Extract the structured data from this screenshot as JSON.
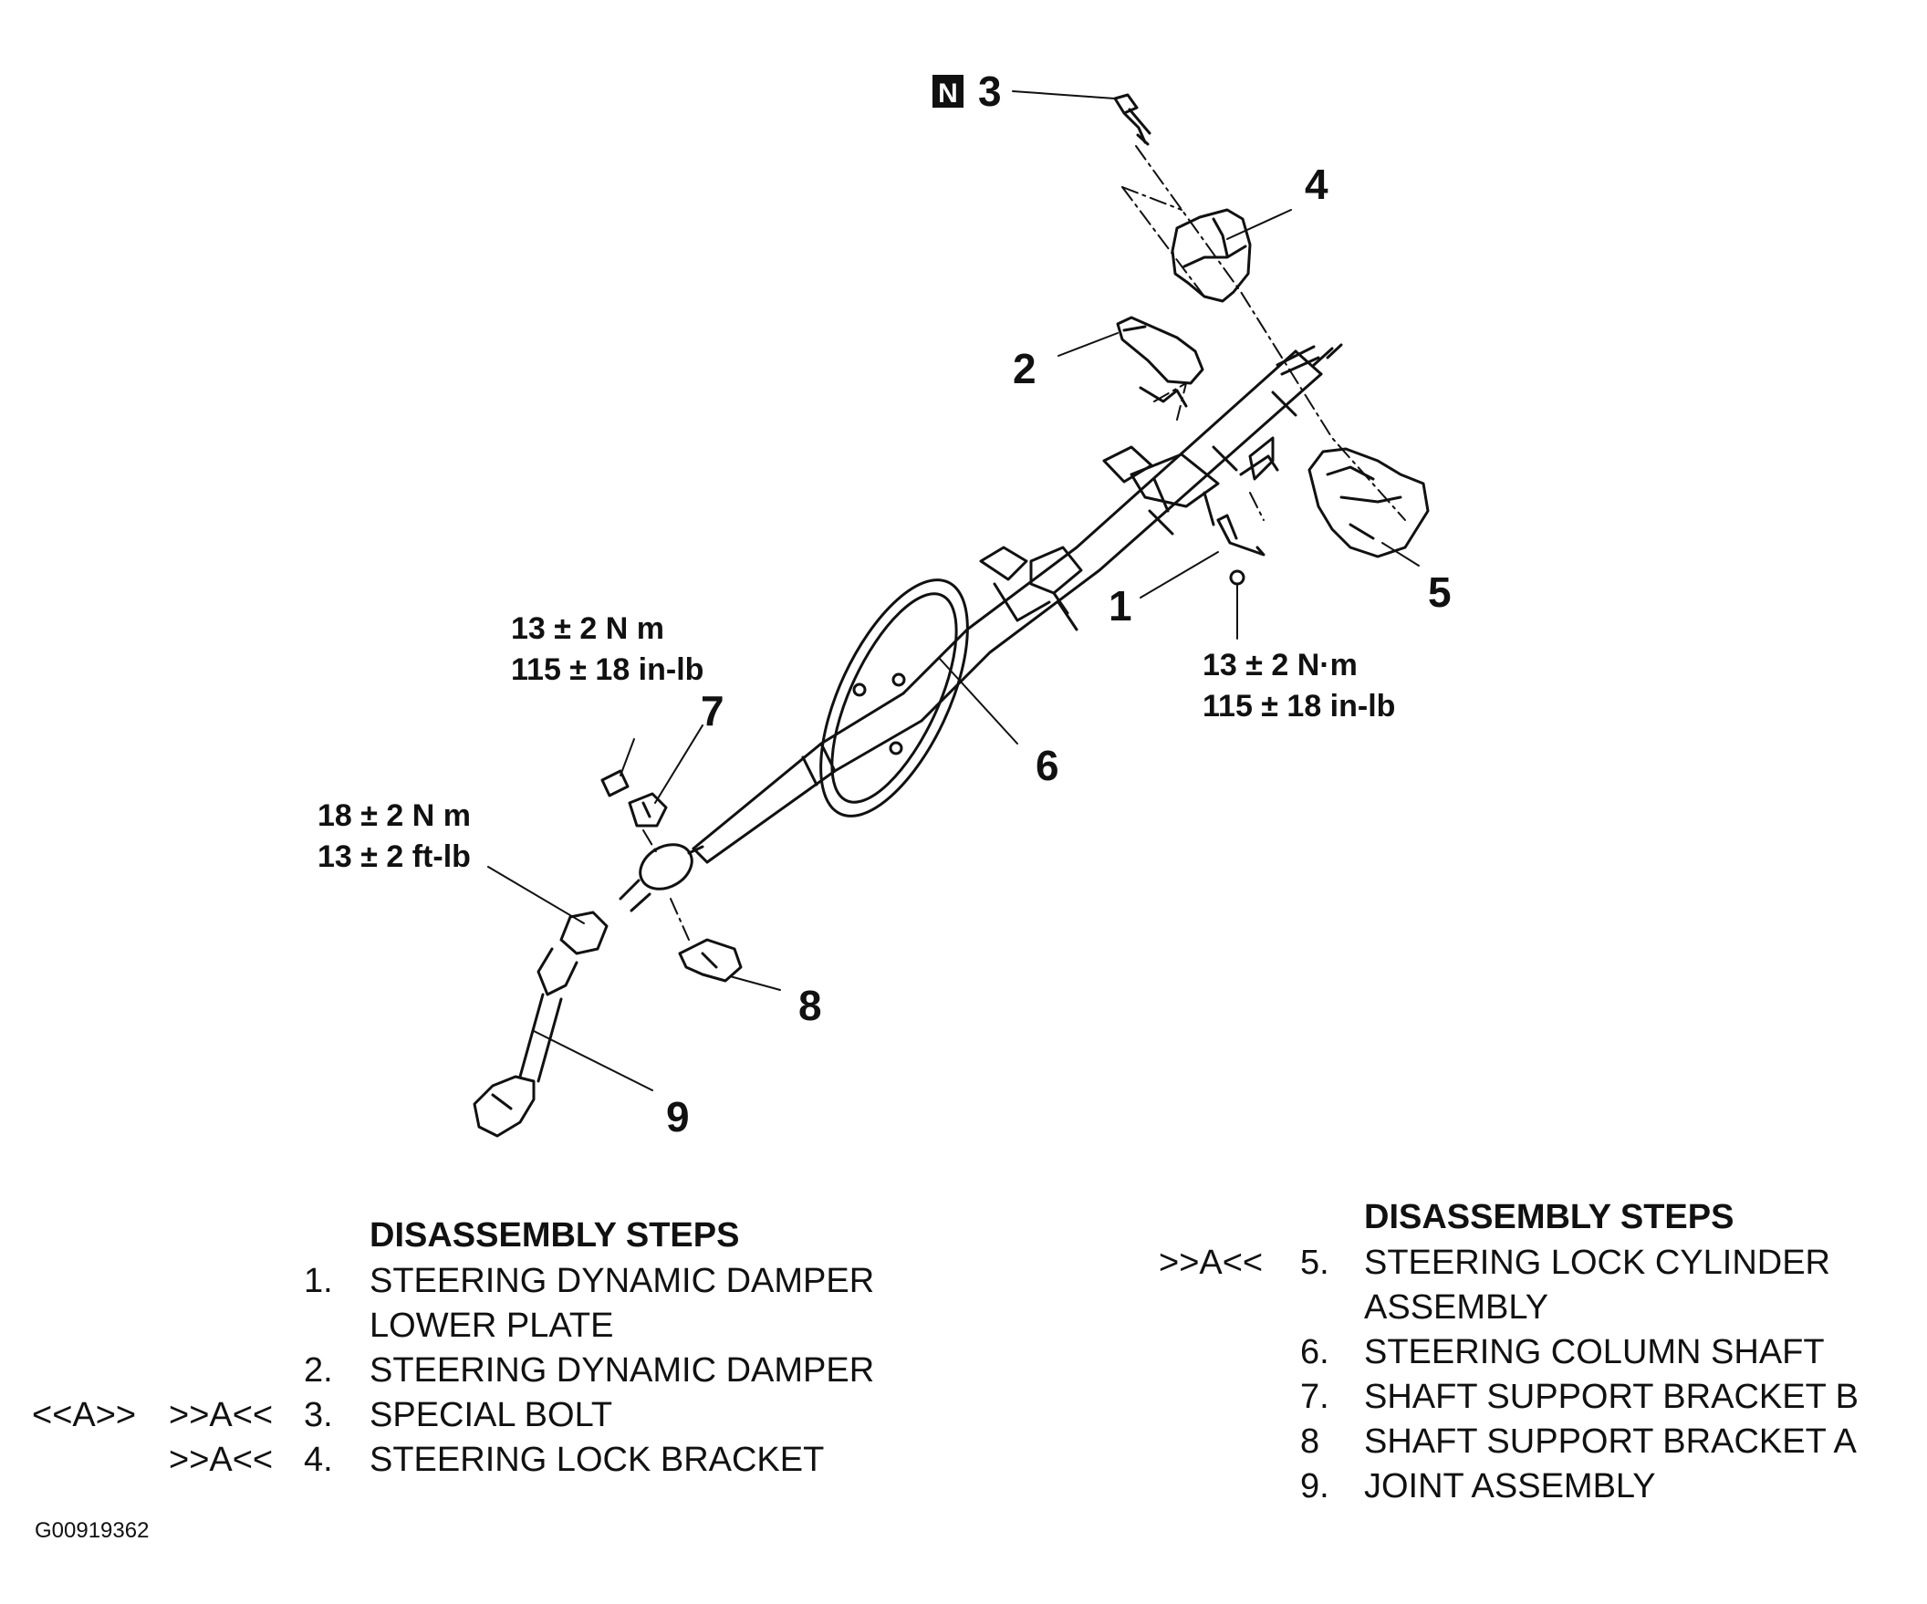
{
  "callouts": {
    "c1": "1",
    "c2": "2",
    "c3": "3",
    "c4": "4",
    "c5": "5",
    "c6": "6",
    "c7": "7",
    "c8": "8",
    "c9": "9",
    "n_badge": "N"
  },
  "torques": {
    "left_top_line1": "13 ± 2 N m",
    "left_top_line2": "115 ± 18 in-lb",
    "left_mid_line1": "18 ± 2 N m",
    "left_mid_line2": "13 ± 2 ft-lb",
    "right_line1": "13 ± 2 N·m",
    "right_line2": "115 ± 18 in-lb"
  },
  "steps_left": {
    "heading": "DISASSEMBLY STEPS",
    "items": [
      {
        "marks": "",
        "num": "1.",
        "lines": [
          "STEERING DYNAMIC DAMPER",
          "LOWER PLATE"
        ]
      },
      {
        "marks": "",
        "num": "2.",
        "lines": [
          "STEERING DYNAMIC DAMPER"
        ]
      },
      {
        "marks": "<<A>>    >>A<<",
        "num": "3.",
        "lines": [
          "SPECIAL BOLT"
        ]
      },
      {
        "marks": ">>A<<",
        "num": "4.",
        "lines": [
          "STEERING LOCK BRACKET"
        ]
      }
    ]
  },
  "steps_right": {
    "heading": "DISASSEMBLY STEPS",
    "items": [
      {
        "marks": ">>A<<",
        "num": "5.",
        "lines": [
          "STEERING LOCK CYLINDER",
          "ASSEMBLY"
        ]
      },
      {
        "marks": "",
        "num": "6.",
        "lines": [
          "STEERING COLUMN SHAFT"
        ]
      },
      {
        "marks": "",
        "num": "7.",
        "lines": [
          "SHAFT SUPPORT BRACKET B"
        ]
      },
      {
        "marks": "",
        "num": "8",
        "lines": [
          "SHAFT SUPPORT BRACKET A"
        ]
      },
      {
        "marks": "",
        "num": "9.",
        "lines": [
          "JOINT ASSEMBLY"
        ]
      }
    ]
  },
  "figure_id": "G00919362"
}
